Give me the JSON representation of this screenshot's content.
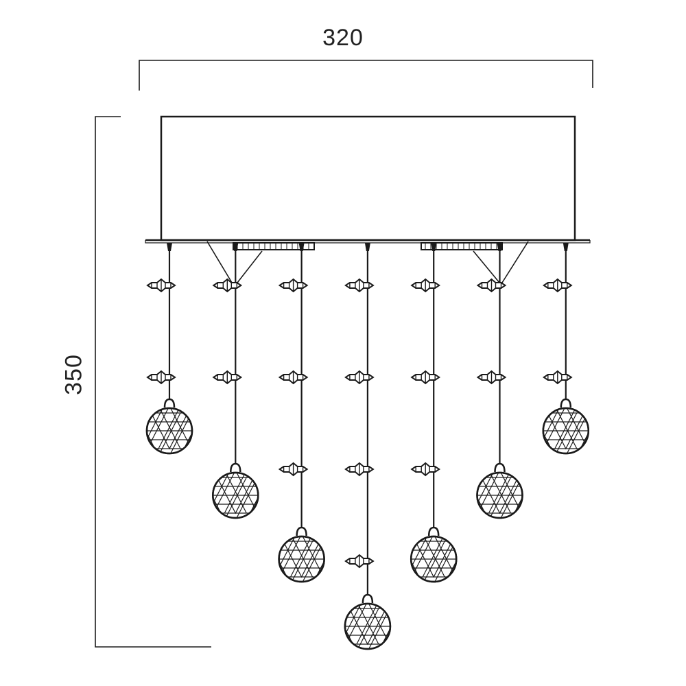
{
  "dimensions": {
    "width_label": "320",
    "height_label": "350"
  },
  "drawing": {
    "line_color": "#1a1a1a",
    "pendants": [
      {
        "id": 1,
        "globe_level": 1,
        "spacer_count": 2
      },
      {
        "id": 2,
        "globe_level": 2,
        "spacer_count": 2
      },
      {
        "id": 3,
        "globe_level": 3,
        "spacer_count": 3
      },
      {
        "id": 4,
        "globe_level": 4,
        "spacer_count": 4
      },
      {
        "id": 5,
        "globe_level": 3,
        "spacer_count": 3
      },
      {
        "id": 6,
        "globe_level": 2,
        "spacer_count": 2
      },
      {
        "id": 7,
        "globe_level": 1,
        "spacer_count": 2
      }
    ]
  }
}
